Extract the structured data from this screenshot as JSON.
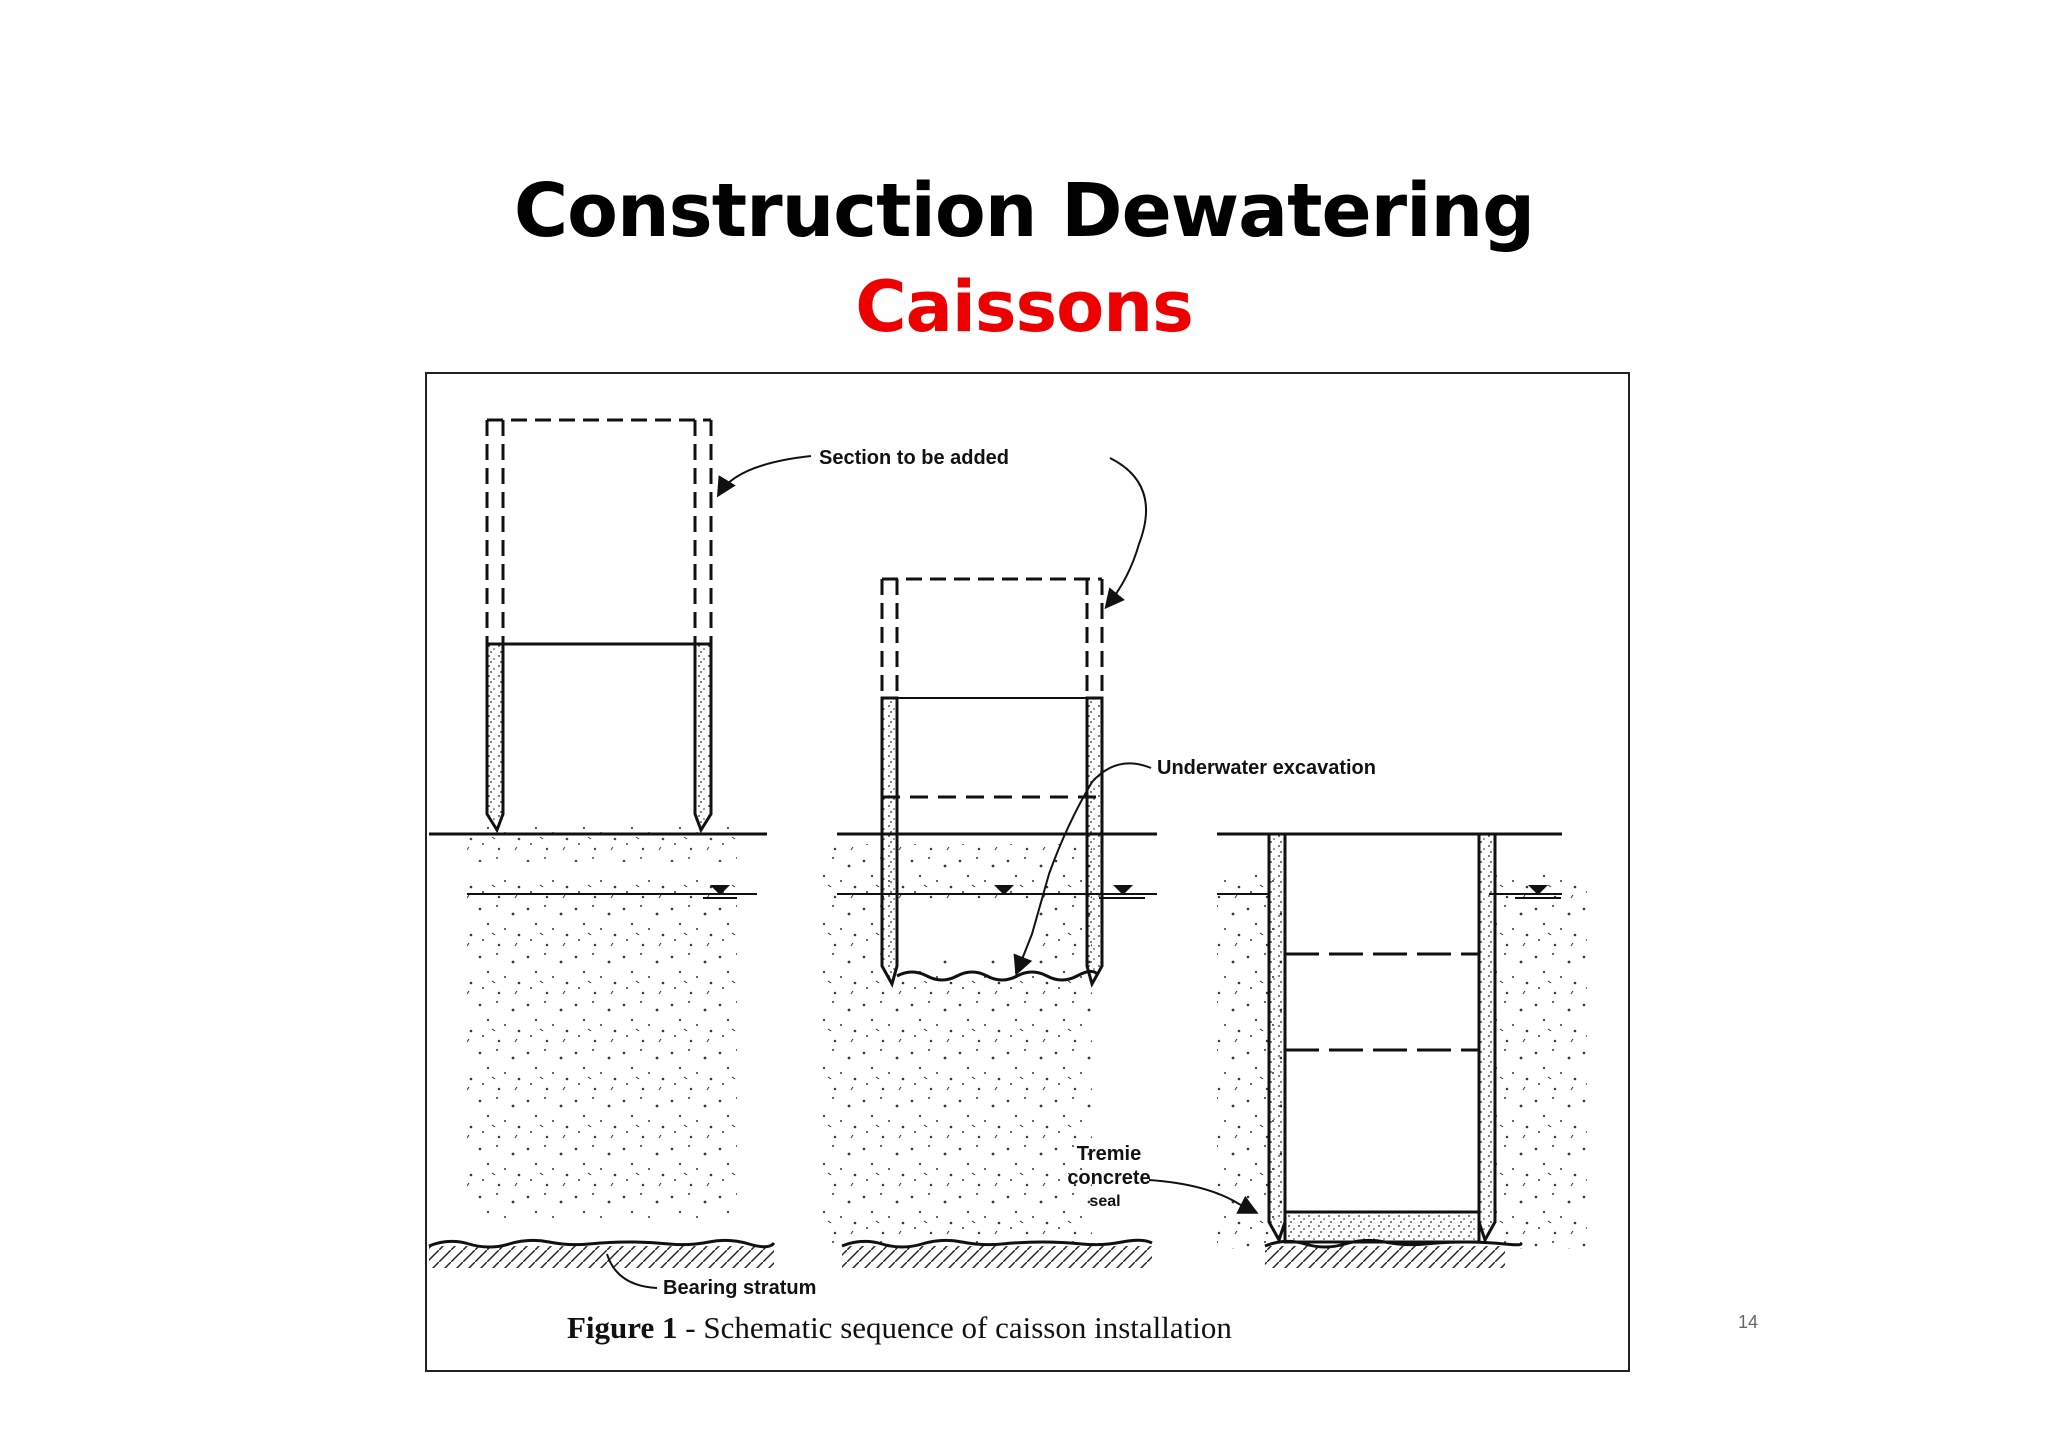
{
  "slide": {
    "title": "Construction Dewatering",
    "subtitle": "Caissons",
    "page_number": "14"
  },
  "figure": {
    "labels": {
      "section_to_be_added": "Section to be added",
      "underwater_excavation": "Underwater excavation",
      "tremie_line1": "Tremie",
      "tremie_line2": "concrete",
      "tremie_line3": "seal",
      "bearing_stratum": "Bearing stratum"
    },
    "caption_strong": "Figure 1",
    "caption": " - Schematic sequence of caisson installation"
  },
  "colors": {
    "title": "#000000",
    "subtitle": "#ee0000",
    "line": "#111111"
  }
}
